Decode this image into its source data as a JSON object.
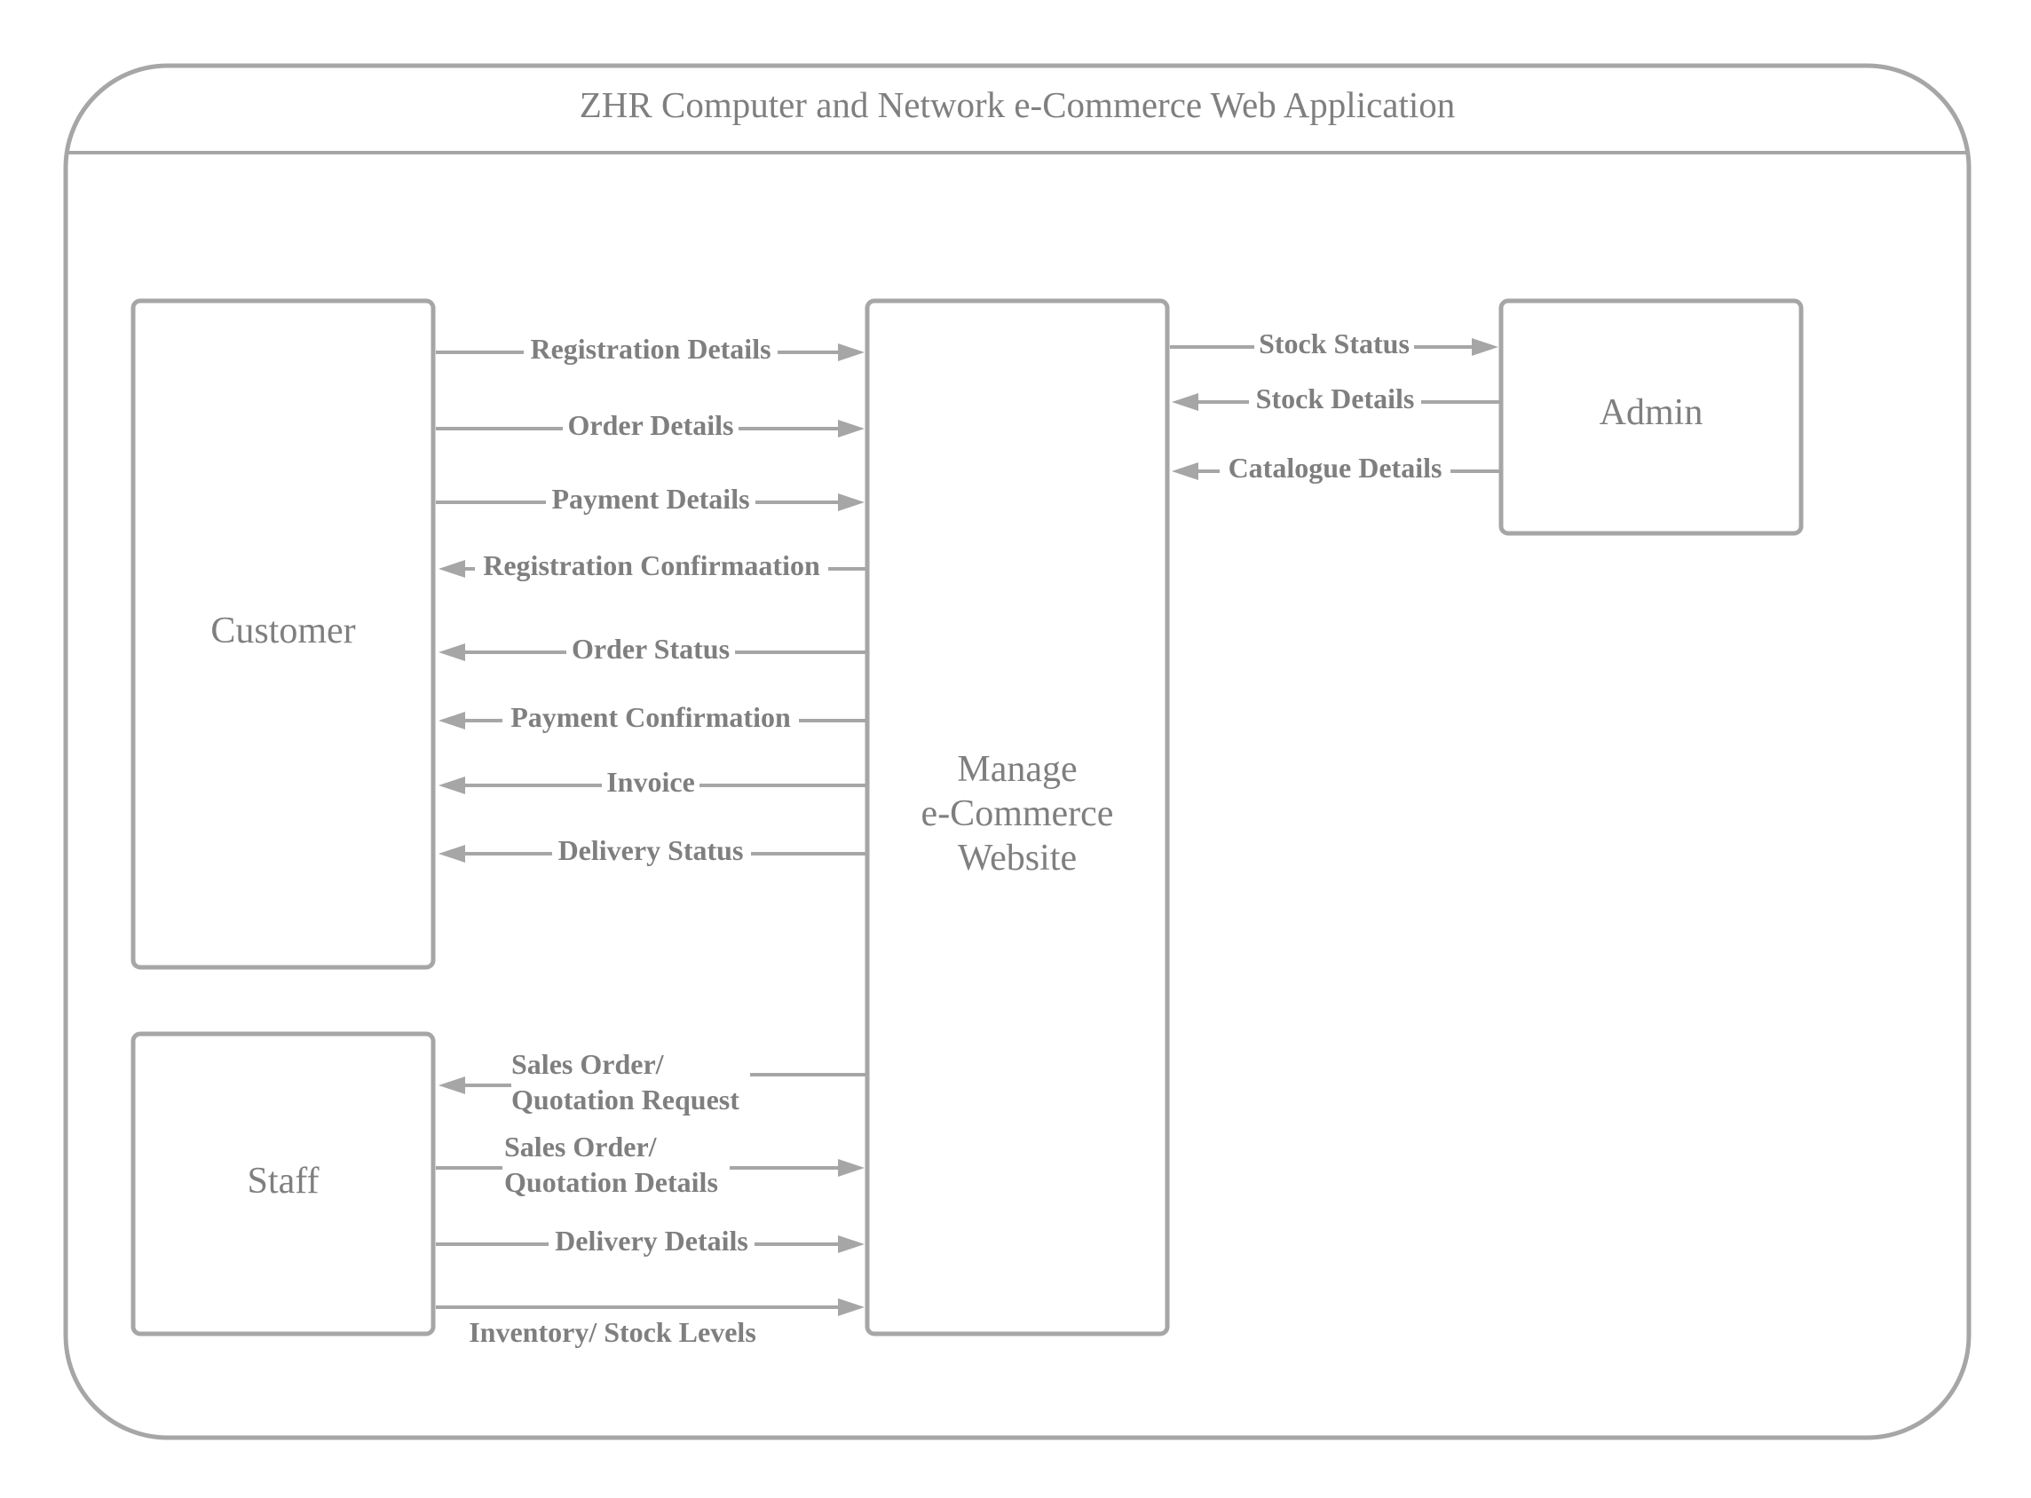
{
  "title": "ZHR Computer and Network e-Commerce Web Application",
  "entities": {
    "customer": "Customer",
    "staff": "Staff",
    "process_line1": "Manage",
    "process_line2": "e-Commerce",
    "process_line3": "Website",
    "admin": "Admin"
  },
  "flows": {
    "registration_details": "Registration Details",
    "order_details": "Order Details",
    "payment_details": "Payment Details",
    "registration_confirmation": "Registration Confirmaation",
    "order_status": "Order Status",
    "payment_confirmation": "Payment Confirmation",
    "invoice": "Invoice",
    "delivery_status": "Delivery Status",
    "sales_order_request_line1": "Sales Order/",
    "sales_order_request_line2": "Quotation Request",
    "sales_order_details_line1": "Sales Order/",
    "sales_order_details_line2": "Quotation Details",
    "delivery_details": "Delivery Details",
    "inventory_stock_levels": "Inventory/ Stock Levels",
    "stock_status": "Stock Status",
    "stock_details": "Stock Details",
    "catalogue_details": "Catalogue Details"
  },
  "colors": {
    "stroke": "#a6a6a6",
    "text": "#7f7f7f"
  }
}
